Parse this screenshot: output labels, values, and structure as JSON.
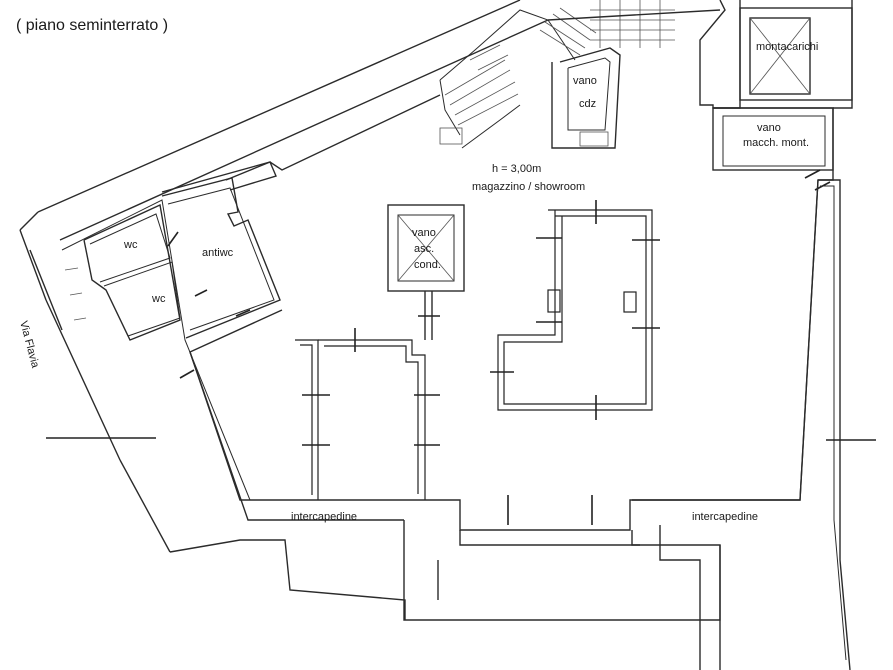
{
  "title": "( piano seminterrato )",
  "street": "Via Flavia",
  "rooms": {
    "montacarichi": "montacarichi",
    "vano_cdz_1": "vano",
    "vano_cdz_2": "cdz",
    "vano_macch_1": "vano",
    "vano_macch_2": "macch. mont.",
    "height": "h = 3,00m",
    "magazzino": "magazzino / showroom",
    "vano_asc_1": "vano",
    "vano_asc_2": "asc.",
    "vano_asc_3": "cond.",
    "wc_1": "wc",
    "antiwc": "antiwc",
    "wc_2": "wc",
    "intercapedine_1": "intercapedine",
    "intercapedine_2": "intercapedine"
  }
}
